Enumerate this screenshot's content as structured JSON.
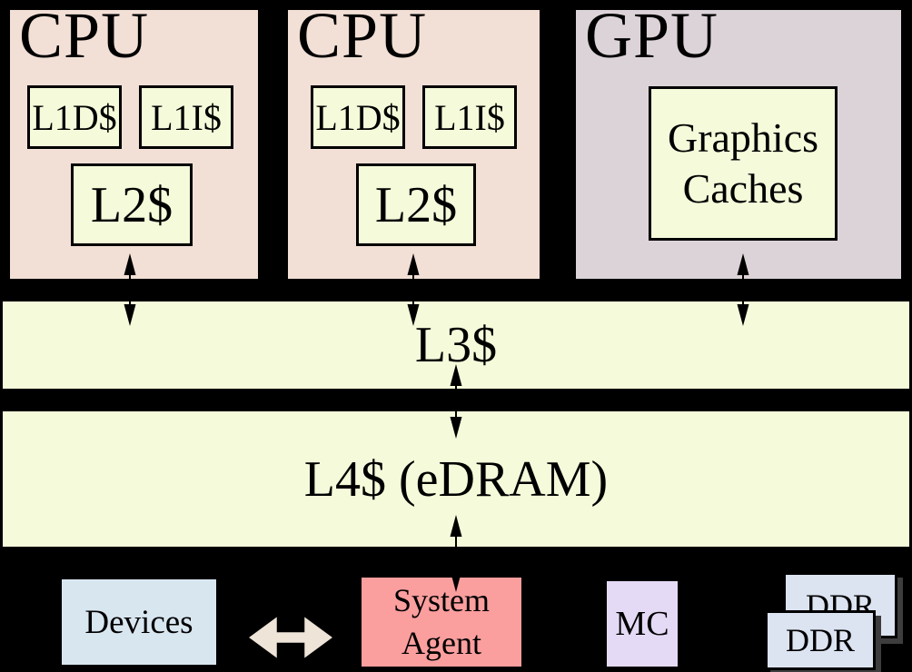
{
  "colors": {
    "background": "#000000",
    "border": "#000000",
    "cpu_fill": "#F2DFD6",
    "gpu_fill": "#DCD3D8",
    "cache_fill": "#F5FADA",
    "devices_fill": "#D8E6F0",
    "system_agent_fill": "#FB9E9E",
    "mc_fill": "#E5DAF5",
    "ddr_fill": "#DCE3F1",
    "arrow_fill": "#EEE4D8"
  },
  "cpu1": {
    "title": "CPU",
    "l1d": "L1D$",
    "l1i": "L1I$",
    "l2": "L2$"
  },
  "cpu2": {
    "title": "CPU",
    "l1d": "L1D$",
    "l1i": "L1I$",
    "l2": "L2$"
  },
  "gpu": {
    "title": "GPU",
    "graphics_caches": "Graphics Caches"
  },
  "l3": {
    "label": "L3$"
  },
  "l4": {
    "label": "L4$ (eDRAM)"
  },
  "bottom": {
    "devices": "Devices",
    "system_agent": "System Agent",
    "mc": "MC",
    "ddr_back": "DDR",
    "ddr_front": "DDR"
  }
}
